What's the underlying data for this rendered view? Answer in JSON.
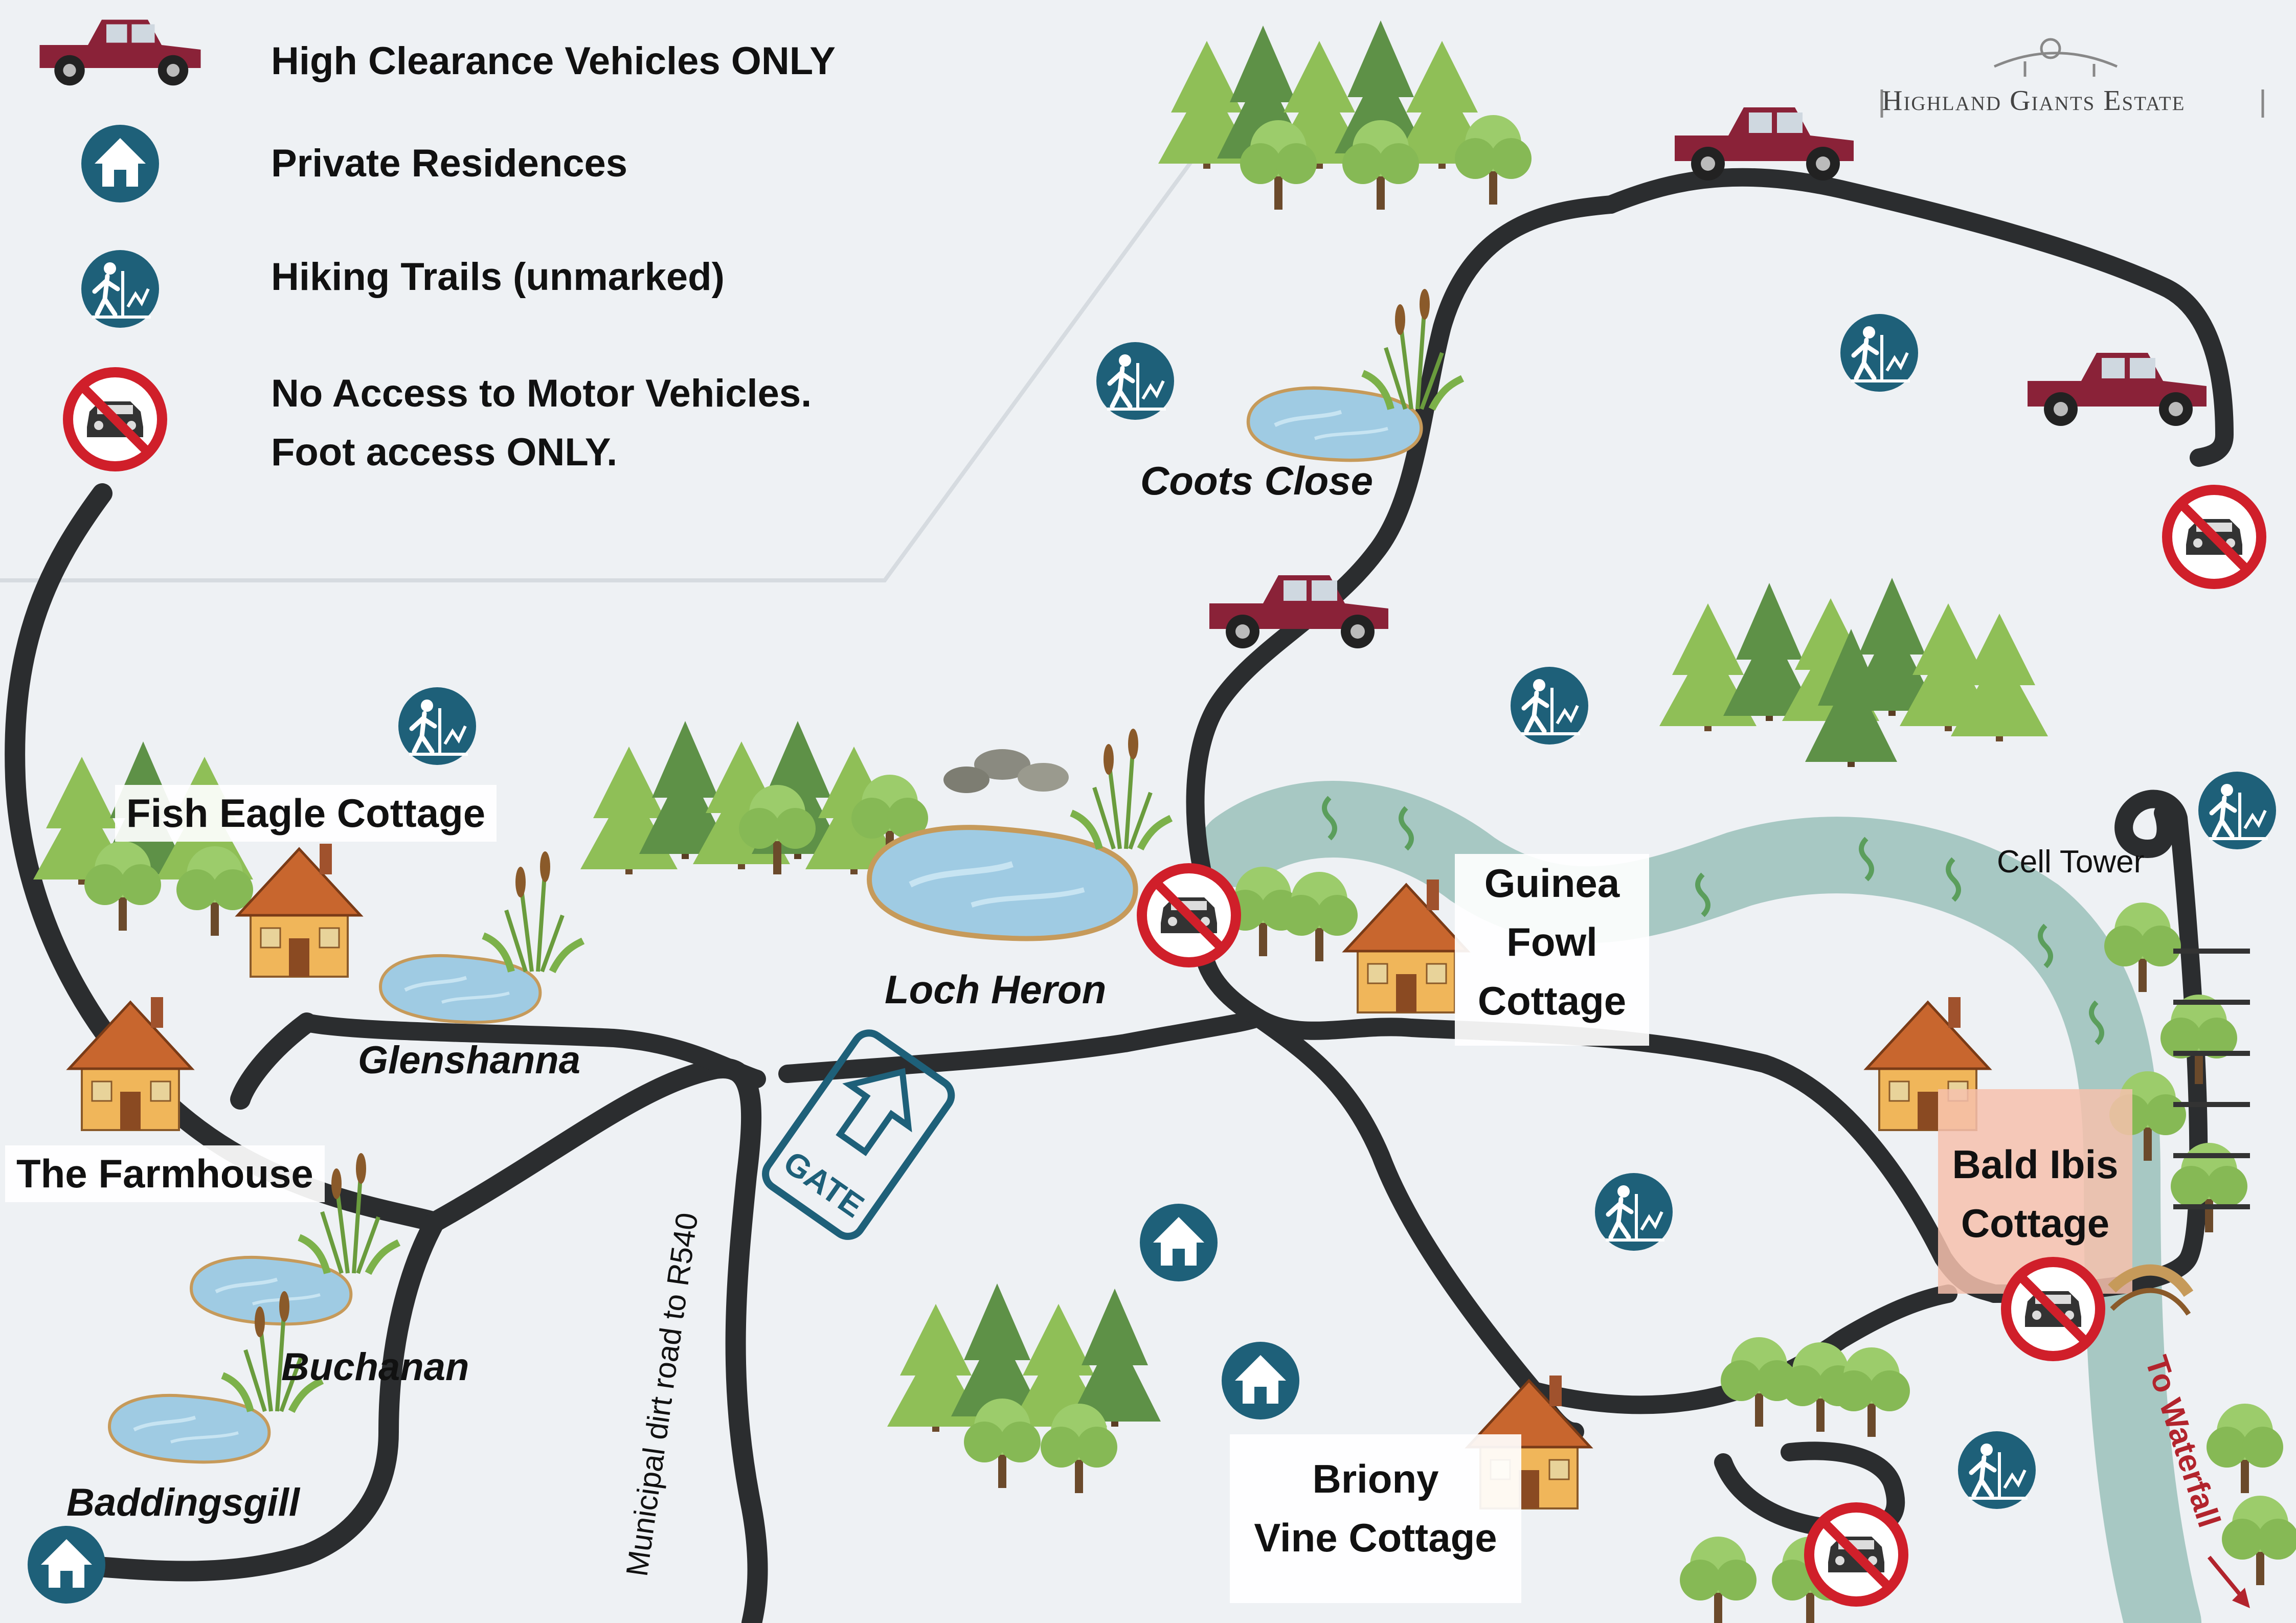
{
  "brand": {
    "name": "Highland Giants Estate"
  },
  "legend": [
    {
      "icon": "pickup-truck-icon",
      "text": "High Clearance Vehicles ONLY"
    },
    {
      "icon": "house-icon",
      "text": "Private Residences"
    },
    {
      "icon": "hiker-icon",
      "text": "Hiking Trails (unmarked)"
    },
    {
      "icon": "no-vehicle-icon",
      "text_line1": "No Access to Motor Vehicles.",
      "text_line2": "Foot access ONLY."
    }
  ],
  "places": {
    "fish_eagle": "Fish Eagle Cottage",
    "glenshanna": "Glenshanna",
    "farmhouse": "The Farmhouse",
    "buchanan": "Buchanan",
    "baddingsgill": "Baddingsgill",
    "loch_heron": "Loch Heron",
    "coots_close": "Coots Close",
    "guinea_l1": "Guinea",
    "guinea_l2": "Fowl",
    "guinea_l3": "Cottage",
    "bald_l1": "Bald Ibis",
    "bald_l2": "Cottage",
    "briony_l1": "Briony",
    "briony_l2": "Vine Cottage",
    "cell_tower": "Cell Tower",
    "municipal_road": "Municipal dirt road to R540",
    "to_waterfall": "To Waterfall",
    "gate": "GATE"
  },
  "colors": {
    "road": "#2b2d2f",
    "river": "#9fc3be",
    "badge": "#1e6079",
    "no_entry": "#d01f2a",
    "truck": "#8a2238",
    "roof": "#c8662e",
    "wall": "#f0b65a",
    "water": "#9fcbe3",
    "tree_light": "#8fbf57",
    "tree_dark": "#4f8c3b",
    "bald_highlight": "#f6c1ad"
  }
}
